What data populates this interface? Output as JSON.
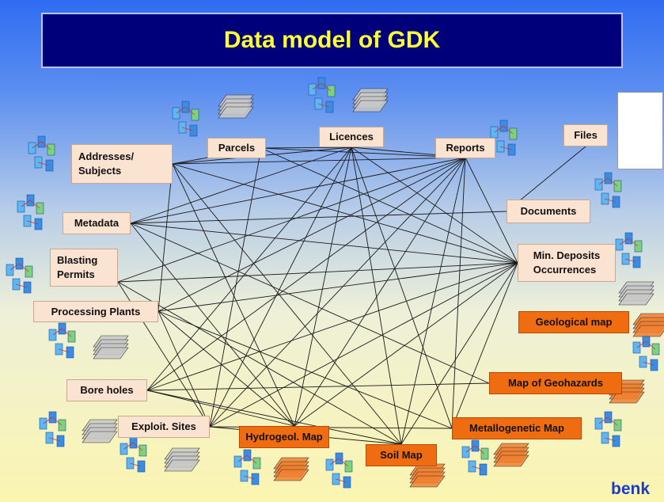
{
  "title": "Data model of GDK",
  "logo_text": "benk",
  "colors": {
    "title_bg": "#00007a",
    "title_text": "#ffff33",
    "entity_box": "#fbe3d2",
    "map_box": "#f06c10",
    "link_line": "#1a1a1a"
  },
  "entities": [
    {
      "key": "addresses",
      "label": "Addresses/\nSubjects",
      "kind": "plain"
    },
    {
      "key": "parcels",
      "label": "Parcels",
      "kind": "plain"
    },
    {
      "key": "licences",
      "label": "Licences",
      "kind": "plain"
    },
    {
      "key": "reports",
      "label": "Reports",
      "kind": "plain"
    },
    {
      "key": "files",
      "label": "Files",
      "kind": "plain"
    },
    {
      "key": "metadata",
      "label": "Metadata",
      "kind": "plain"
    },
    {
      "key": "documents",
      "label": "Documents",
      "kind": "plain"
    },
    {
      "key": "blasting",
      "label": "Blasting\nPermits",
      "kind": "plain"
    },
    {
      "key": "mindeposits",
      "label": "Min. Deposits\nOccurrences",
      "kind": "plain"
    },
    {
      "key": "processing",
      "label": "Processing Plants",
      "kind": "plain"
    },
    {
      "key": "geomap",
      "label": "Geological map",
      "kind": "map"
    },
    {
      "key": "boreholes",
      "label": "Bore holes",
      "kind": "plain"
    },
    {
      "key": "geohazards",
      "label": "Map of Geohazards",
      "kind": "map"
    },
    {
      "key": "exploit",
      "label": "Exploit. Sites",
      "kind": "plain"
    },
    {
      "key": "hydro",
      "label": "Hydrogeol. Map",
      "kind": "map"
    },
    {
      "key": "metallo",
      "label": "Metallogenetic Map",
      "kind": "map"
    },
    {
      "key": "soil",
      "label": "Soil Map",
      "kind": "map"
    }
  ],
  "links": [
    [
      "addresses",
      "parcels"
    ],
    [
      "addresses",
      "licences"
    ],
    [
      "addresses",
      "reports"
    ],
    [
      "addresses",
      "mindeposits"
    ],
    [
      "addresses",
      "hydro"
    ],
    [
      "addresses",
      "soil"
    ],
    [
      "addresses",
      "processing"
    ],
    [
      "parcels",
      "licences"
    ],
    [
      "parcels",
      "reports"
    ],
    [
      "parcels",
      "mindeposits"
    ],
    [
      "parcels",
      "exploit"
    ],
    [
      "licences",
      "reports"
    ],
    [
      "licences",
      "metadata"
    ],
    [
      "licences",
      "mindeposits"
    ],
    [
      "licences",
      "boreholes"
    ],
    [
      "licences",
      "exploit"
    ],
    [
      "licences",
      "hydro"
    ],
    [
      "licences",
      "soil"
    ],
    [
      "licences",
      "metallo"
    ],
    [
      "reports",
      "metadata"
    ],
    [
      "reports",
      "processing"
    ],
    [
      "reports",
      "boreholes"
    ],
    [
      "reports",
      "exploit"
    ],
    [
      "reports",
      "hydro"
    ],
    [
      "reports",
      "soil"
    ],
    [
      "reports",
      "metallo"
    ],
    [
      "reports",
      "mindeposits"
    ],
    [
      "reports",
      "blasting"
    ],
    [
      "files",
      "documents"
    ],
    [
      "metadata",
      "documents"
    ],
    [
      "metadata",
      "mindeposits"
    ],
    [
      "metadata",
      "geohazards"
    ],
    [
      "metadata",
      "hydro"
    ],
    [
      "mindeposits",
      "processing"
    ],
    [
      "mindeposits",
      "boreholes"
    ],
    [
      "mindeposits",
      "exploit"
    ],
    [
      "mindeposits",
      "hydro"
    ],
    [
      "mindeposits",
      "soil"
    ],
    [
      "mindeposits",
      "metallo"
    ],
    [
      "mindeposits",
      "blasting"
    ],
    [
      "processing",
      "metallo"
    ],
    [
      "processing",
      "hydro"
    ],
    [
      "processing",
      "exploit"
    ],
    [
      "boreholes",
      "geohazards"
    ],
    [
      "boreholes",
      "soil"
    ],
    [
      "boreholes",
      "hydro"
    ],
    [
      "exploit",
      "soil"
    ],
    [
      "exploit",
      "metallo"
    ],
    [
      "blasting",
      "soil"
    ],
    [
      "blasting",
      "exploit"
    ]
  ]
}
